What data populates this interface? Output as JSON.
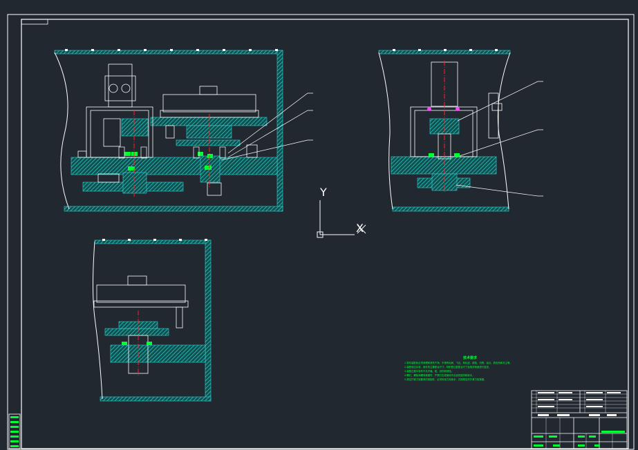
{
  "axes": {
    "y_label": "Y",
    "x_label": "X"
  },
  "tech_notes": {
    "title": "技术要求",
    "lines": [
      "1.零件装配前必须清理和清洗干净，不得有毛刺、飞边、氧化皮、锈蚀、切屑、油污、着色剂和灰尘等。",
      "2.装配前应对零、部件的主要配合尺寸，特别是过盈配合尺寸及相关精度进行复查。",
      "3.装配过程中零件不允许磕、碰、划伤和锈蚀。",
      "4.螺钉、螺栓和螺母紧固时，严禁打击或使用不合适的旋具和扳手。",
      "5.规定拧紧力矩要求的紧固件，必须采用力矩扳手，并按规定的拧紧力矩紧固。"
    ]
  },
  "colors": {
    "background": "#212830",
    "frame": "#ffffff",
    "hatch": "#19c0c0",
    "centerline": "#ff2020",
    "highlight": "#00ff33",
    "accent": "#ff40ff"
  }
}
